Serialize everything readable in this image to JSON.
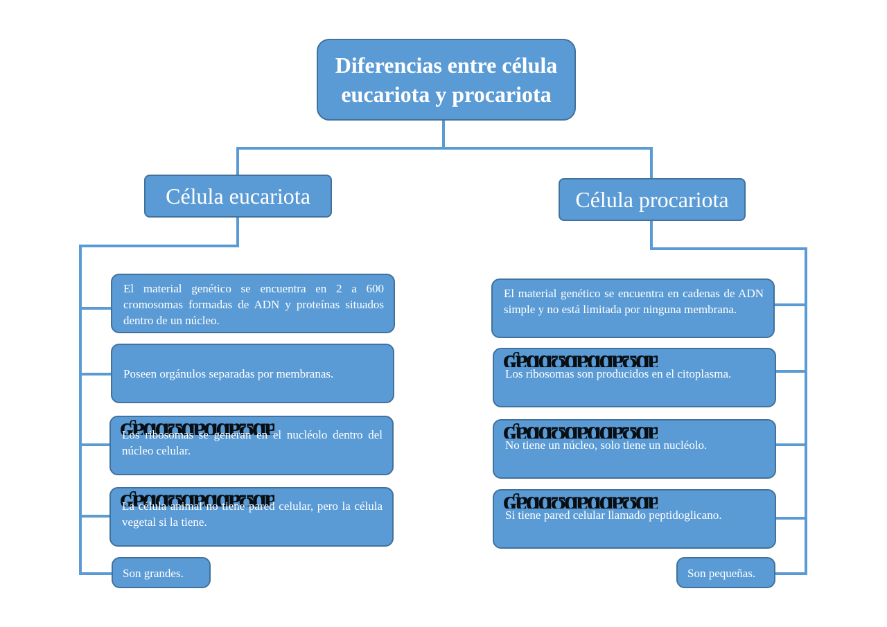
{
  "title": "Diferencias entre célula eucariota y procariota",
  "left": {
    "heading": "Célula eucariota",
    "items": [
      "El material genético se encuentra en 2 a 600 cromosomas formadas de ADN y proteínas situados dentro de un núcleo.",
      "Poseen orgánulos separadas por membranas.",
      "Los ribosomas se generan en el nucléolo dentro del núcleo celular.",
      "La célula animal no tiene pared celular, pero la célula vegetal si la tiene."
    ],
    "size": "Son grandes."
  },
  "right": {
    "heading": "Célula procariota",
    "items": [
      "El material genético se encuentra en cadenas de ADN simple y no está limitada por ninguna membrana.",
      "Los ribosomas son producidos en el citoplasma.",
      "No tiene un núcleo, solo tiene un nucléolo.",
      "Si tiene pared celular llamado peptidoglicano."
    ],
    "size": "Son pequeñas."
  },
  "colors": {
    "box_fill": "#5b9bd5",
    "box_border": "#41719c",
    "connector": "#5b9bd5"
  }
}
